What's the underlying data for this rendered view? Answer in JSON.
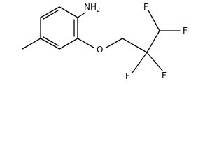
{
  "molecule": {
    "atoms": {
      "amine": {
        "symbol": "NH",
        "subscript": "2"
      },
      "oxygen": {
        "symbol": "O"
      },
      "fluorine_1": {
        "symbol": "F"
      },
      "fluorine_2": {
        "symbol": "F"
      },
      "fluorine_3": {
        "symbol": "F"
      },
      "fluorine_4": {
        "symbol": "F"
      }
    }
  },
  "colors": {
    "bond": "#000000",
    "background": "#ffffff"
  }
}
